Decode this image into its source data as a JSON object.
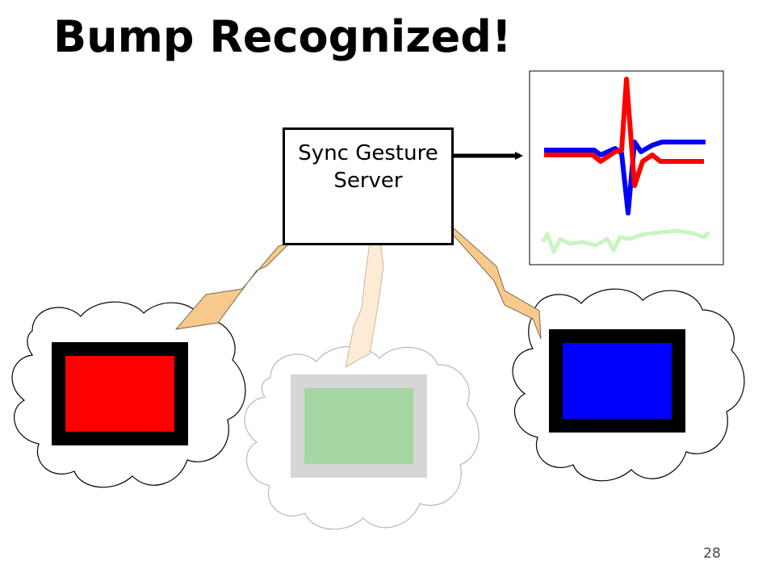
{
  "slide": {
    "title": "Bump Recognized!",
    "page_number": "28"
  },
  "server": {
    "line1": "Sync Gesture",
    "line2": "Server"
  },
  "devices": [
    {
      "name": "red device",
      "screen_color": "#ff0000",
      "frame_color": "#000000",
      "state": "active"
    },
    {
      "name": "green device",
      "screen_color": "#a5d6a3",
      "frame_color": "#d6d6d6",
      "state": "faded"
    },
    {
      "name": "blue device",
      "screen_color": "#0000ff",
      "frame_color": "#000000",
      "state": "active"
    }
  ],
  "signal_plot": {
    "series_colors": [
      "#ff0000",
      "#0000ff",
      "#c8f5c0"
    ]
  },
  "colors": {
    "lightning_fill": "#f8c98c",
    "lightning_fill_faded": "#fdebd6",
    "lightning_stroke": "#7a6a4a",
    "lightning_stroke_faded": "#c9b79a"
  }
}
